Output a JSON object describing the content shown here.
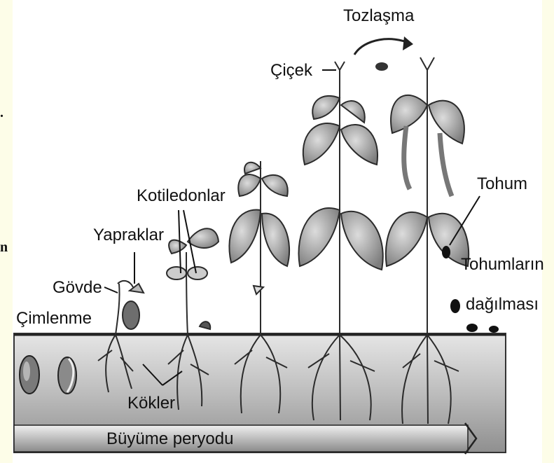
{
  "labels": {
    "cimlenme": "Çimlenme",
    "govde": "Gövde",
    "yapraklar": "Yapraklar",
    "kotiledonlar": "Kotiledonlar",
    "kokler": "Kökler",
    "cicek": "Çiçek",
    "tozlasma": "Tozlaşma",
    "tohum": "Tohum",
    "tohumlarin": "Tohumların",
    "dagilmasi": "dağılması",
    "buyume_peryodu": "Büyüme peryodu"
  },
  "margin_text": {
    "dot": ".",
    "n": "n"
  },
  "colors": {
    "background": "#fbfbdc",
    "panel": "#ffffff",
    "soil": "#bdbdbd",
    "plant": "#2b2b2b"
  }
}
